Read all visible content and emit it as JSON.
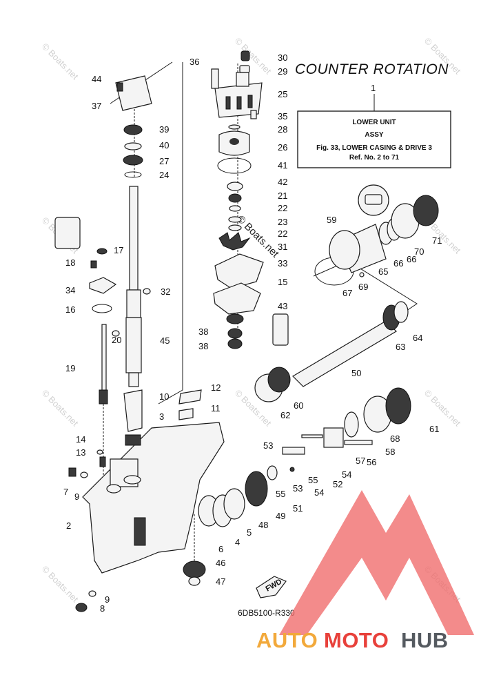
{
  "heading": "COUNTER ROTATION",
  "ref_box": {
    "number": "1",
    "line1": "LOWER UNIT",
    "line2": "ASSY",
    "line3": "Fig. 33, LOWER CASING & DRIVE 3",
    "line4": "Ref. No. 2 to 71"
  },
  "diagram_code": "6DB5100-R330",
  "fwd_label": "FWD",
  "watermark": "© Boats.net",
  "brand": {
    "part1": "AUTO",
    "part2": "MOTO",
    "part3": "HUB",
    "color_orange": "#f2a93b",
    "color_red": "#e8413b",
    "color_dark": "#555a60",
    "color_logo": "#ef6a6a"
  },
  "callouts": [
    "30",
    "29",
    "36",
    "25",
    "44",
    "37",
    "35",
    "28",
    "39",
    "26",
    "40",
    "41",
    "27",
    "42",
    "24",
    "21",
    "22",
    "23",
    "22",
    "31",
    "17",
    "33",
    "18",
    "15",
    "34",
    "32",
    "16",
    "43",
    "38",
    "38",
    "20",
    "45",
    "19",
    "12",
    "10",
    "11",
    "3",
    "14",
    "13",
    "7",
    "9",
    "2",
    "9",
    "8",
    "6",
    "4",
    "5",
    "48",
    "49",
    "51",
    "53",
    "53",
    "55",
    "55",
    "54",
    "52",
    "54",
    "57",
    "56",
    "58",
    "50",
    "60",
    "62",
    "61",
    "68",
    "59",
    "65",
    "66",
    "66",
    "70",
    "71",
    "69",
    "67",
    "63",
    "64",
    "46",
    "47",
    "1"
  ]
}
